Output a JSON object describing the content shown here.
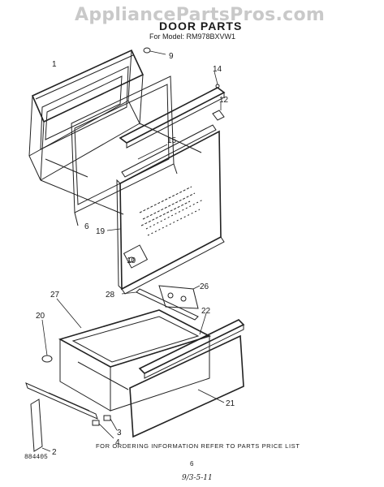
{
  "watermark": "AppliancePartsPros.com",
  "title": "DOOR PARTS",
  "model_line": "For Model: RM978BXVW1",
  "footer": "FOR ORDERING INFORMATION REFER TO PARTS PRICE LIST",
  "doc_code": "884405",
  "page_number": "6",
  "handwritten_note": "9/3-5-11",
  "callouts": {
    "c1": "1",
    "c2": "2",
    "c3": "3",
    "c4": "4",
    "c6": "6",
    "c9": "9",
    "c10": "10",
    "c12": "12",
    "c14": "14",
    "c15": "15",
    "c19": "19",
    "c20": "20",
    "c21": "21",
    "c22": "22",
    "c26": "26",
    "c27": "27",
    "c28": "28"
  }
}
